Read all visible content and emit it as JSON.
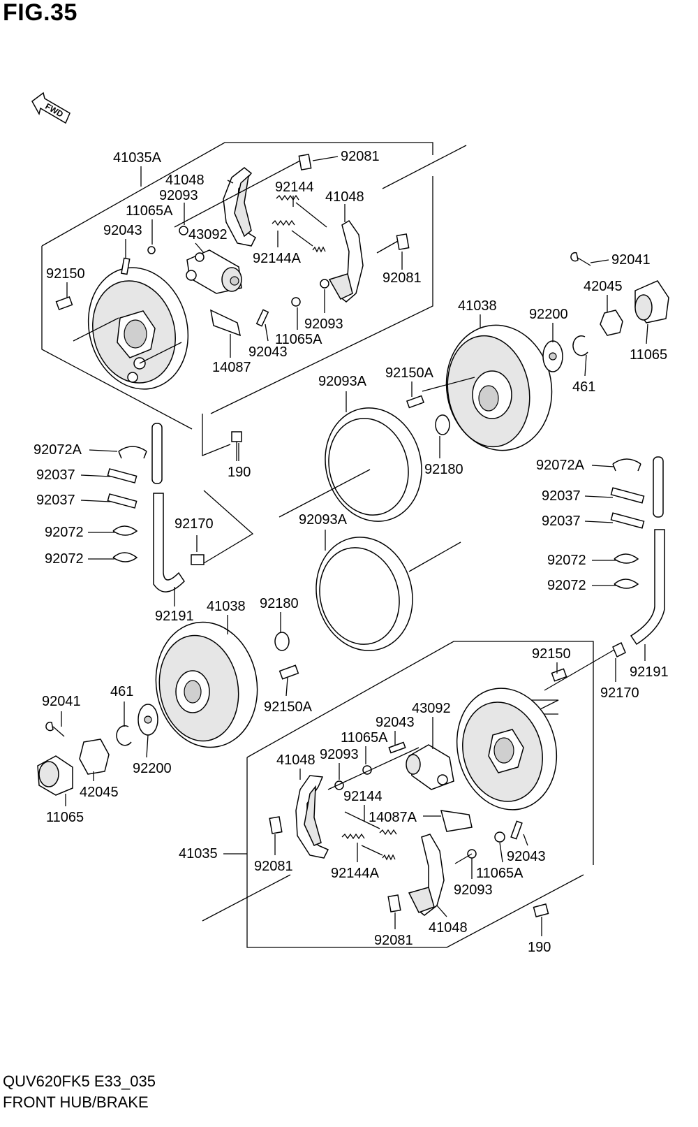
{
  "figure": {
    "title": "FIG.35",
    "fwd_label": "FWD",
    "footer_code": "QUV620FK5 E33_035",
    "footer_desc": "FRONT HUB/BRAKE"
  },
  "part_labels": [
    "41035A",
    "92081",
    "41048",
    "92093",
    "92144",
    "41048",
    "11065A",
    "43092",
    "92043",
    "92144A",
    "92081",
    "92150",
    "92093",
    "92043",
    "11065A",
    "14087",
    "92041",
    "42045",
    "41038",
    "92200",
    "11065",
    "461",
    "92150A",
    "92093A",
    "190",
    "92180",
    "92072A",
    "92037",
    "92037",
    "92072",
    "92072",
    "92170",
    "92191",
    "92093A",
    "92072A",
    "92037",
    "92037",
    "92072",
    "92072",
    "41038",
    "92180",
    "92191",
    "92150A",
    "92150",
    "92170",
    "92041",
    "461",
    "43092",
    "92043",
    "11065A",
    "92200",
    "41048",
    "92093",
    "42045",
    "92144",
    "14087A",
    "11065",
    "41035",
    "92081",
    "92144A",
    "92043",
    "11065A",
    "92093",
    "92081",
    "41048",
    "190"
  ]
}
